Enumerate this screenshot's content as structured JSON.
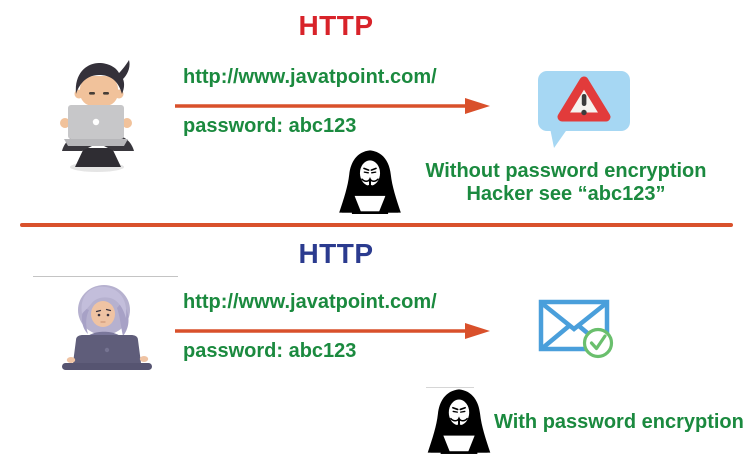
{
  "colors": {
    "title_top_red": "#d8232a",
    "title_bottom_blue": "#2b3b8f",
    "text_green": "#1b8a3f",
    "arrow_orange": "#d9502b",
    "bubble_blue": "#a6d7f3",
    "warning_red": "#e23b3b",
    "envelope_blue": "#4a9fdb",
    "check_green": "#6abf6d"
  },
  "top_section": {
    "title": "HTTP",
    "url": "http://www.javatpoint.com/",
    "password": "password: abc123",
    "caption_line1": "Without password encryption",
    "caption_line2": "Hacker see “abc123”",
    "user_icon": "man-at-laptop-illustration",
    "result_icon": "warning-message-bubble",
    "hacker_icon": "anonymous-hacker-at-laptop"
  },
  "bottom_section": {
    "title": "HTTP",
    "url": "http://www.javatpoint.com/",
    "password": "password: abc123",
    "caption": "With password encryption",
    "user_icon": "woman-at-laptop-illustration",
    "result_icon": "envelope-verified",
    "hacker_icon": "anonymous-hacker-at-laptop"
  }
}
